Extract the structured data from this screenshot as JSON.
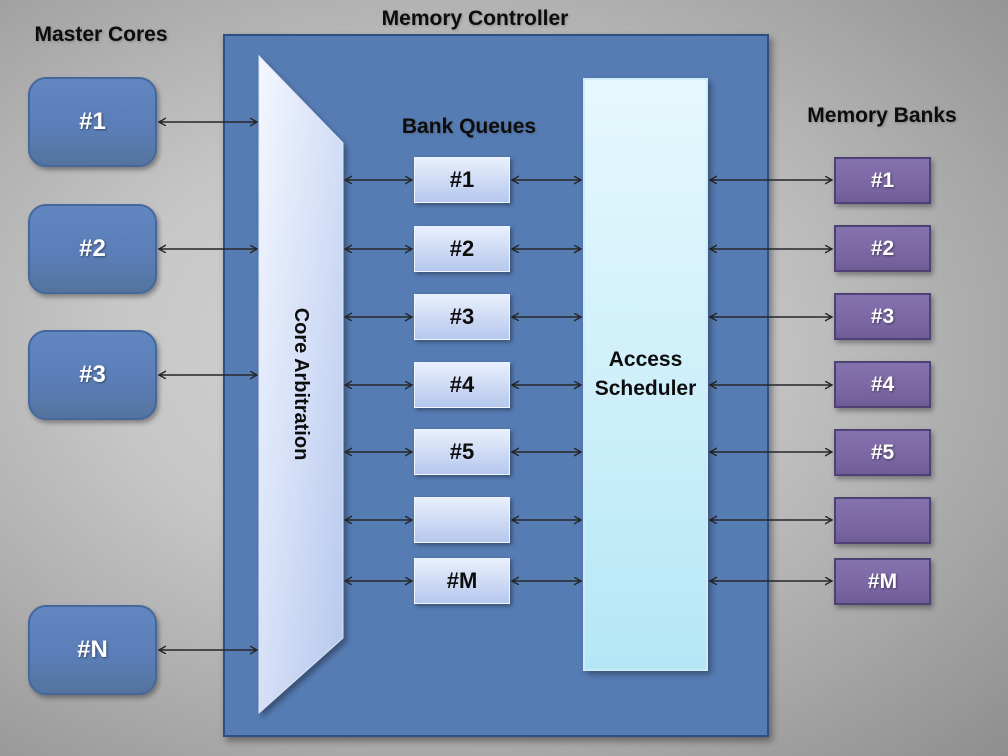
{
  "titles": {
    "master_cores": "Master Cores",
    "memory_controller": "Memory Controller",
    "bank_queues": "Bank Queues",
    "memory_banks": "Memory Banks"
  },
  "core_arbitration_label": "Core Arbitration",
  "access_scheduler_label": "Access Scheduler",
  "master_cores": {
    "items": [
      {
        "label": "#1"
      },
      {
        "label": "#2"
      },
      {
        "label": "#3"
      },
      {
        "label": "#N"
      }
    ]
  },
  "bank_queues": {
    "items": [
      {
        "label": "#1"
      },
      {
        "label": "#2"
      },
      {
        "label": "#3"
      },
      {
        "label": "#4"
      },
      {
        "label": "#5"
      },
      {
        "label": ""
      },
      {
        "label": "#M"
      }
    ]
  },
  "memory_banks": {
    "items": [
      {
        "label": "#1"
      },
      {
        "label": "#2"
      },
      {
        "label": "#3"
      },
      {
        "label": "#4"
      },
      {
        "label": "#5"
      },
      {
        "label": ""
      },
      {
        "label": "#M"
      }
    ]
  },
  "palette": {
    "bg-center": "#d6d6d6",
    "bg-edge": "#8e8e8e",
    "controller-fill": "#567cb4",
    "controller-border": "#2f4f7f",
    "core-fill": "#5b7eb8",
    "core-border": "#44679c",
    "queue-top": "#e9effc",
    "queue-bottom": "#b6c8ee",
    "scheduler-top": "#e6f8fd",
    "scheduler-bottom": "#b4e7f6",
    "bank-fill": "#7b67a4",
    "bank-border": "#4e4173",
    "trap-light": "#f4f7fe",
    "trap-dark": "#b4c7ec",
    "arrow": "#262626",
    "text-dark": "#0d0d0d",
    "text-light": "#ffffff"
  }
}
